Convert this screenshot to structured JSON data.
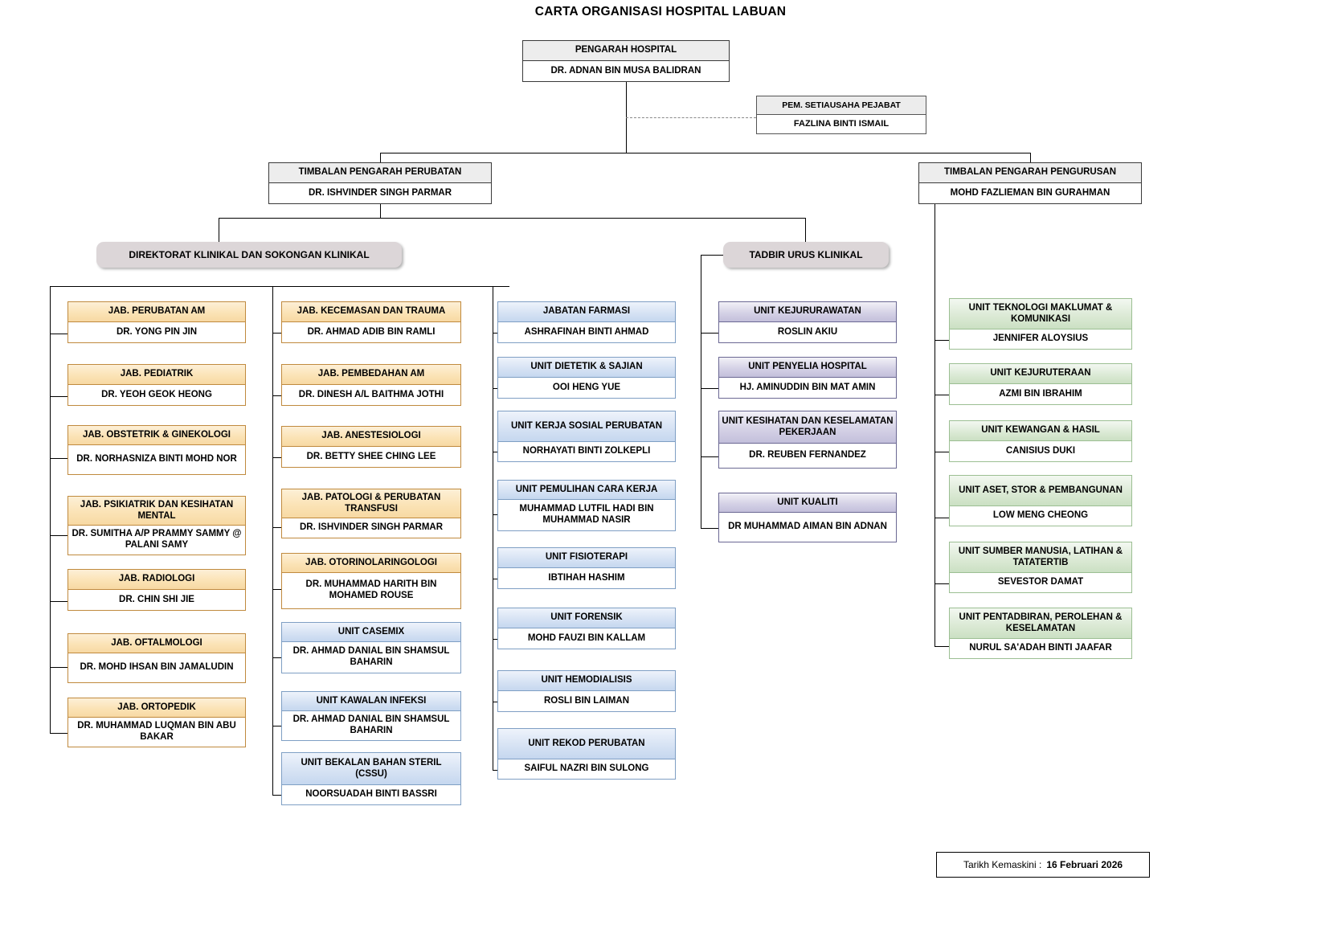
{
  "title": "CARTA ORGANISASI HOSPITAL LABUAN",
  "top": {
    "director": {
      "role": "PENGARAH HOSPITAL",
      "name": "DR. ADNAN BIN MUSA BALIDRAN"
    },
    "secretary": {
      "role": "PEM. SETIAUSAHA PEJABAT",
      "name": "FAZLINA BINTI ISMAIL"
    },
    "deputy_medical": {
      "role": "TIMBALAN PENGARAH PERUBATAN",
      "name": "DR. ISHVINDER SINGH PARMAR"
    },
    "deputy_management": {
      "role": "TIMBALAN  PENGARAH PENGURUSAN",
      "name": "MOHD FAZLIEMAN BIN GURAHMAN"
    }
  },
  "groups": {
    "directorate_clinical": "DIREKTORAT KLINIKAL DAN SOKONGAN KLINIKAL",
    "clinical_governance": "TADBIR URUS KLINIKAL"
  },
  "column1": [
    {
      "role": "JAB. PERUBATAN AM",
      "name": "DR. YONG PIN JIN"
    },
    {
      "role": "JAB. PEDIATRIK",
      "name": "DR. YEOH GEOK HEONG"
    },
    {
      "role": "JAB. OBSTETRIK & GINEKOLOGI",
      "name": "DR. NORHASNIZA BINTI MOHD NOR"
    },
    {
      "role": "JAB. PSIKIATRIK DAN KESIHATAN MENTAL",
      "name": "DR. SUMITHA A/P PRAMMY SAMMY @ PALANI SAMY"
    },
    {
      "role": "JAB. RADIOLOGI",
      "name": "DR. CHIN SHI JIE"
    },
    {
      "role": "JAB. OFTALMOLOGI",
      "name": "DR. MOHD IHSAN BIN JAMALUDIN"
    },
    {
      "role": "JAB. ORTOPEDIK",
      "name": "DR. MUHAMMAD LUQMAN BIN ABU BAKAR"
    }
  ],
  "column2": [
    {
      "role": "JAB. KECEMASAN DAN TRAUMA",
      "name": "DR. AHMAD ADIB BIN RAMLI",
      "color": "orange"
    },
    {
      "role": "JAB. PEMBEDAHAN AM",
      "name": "DR. DINESH A/L BAITHMA JOTHI",
      "color": "orange"
    },
    {
      "role": "JAB. ANESTESIOLOGI",
      "name": "DR. BETTY SHEE CHING LEE",
      "color": "orange"
    },
    {
      "role": "JAB. PATOLOGI & PERUBATAN TRANSFUSI",
      "name": "DR. ISHVINDER SINGH PARMAR",
      "color": "orange"
    },
    {
      "role": "JAB. OTORINOLARINGOLOGI",
      "name": "DR. MUHAMMAD HARITH BIN MOHAMED ROUSE",
      "color": "orange"
    },
    {
      "role": "UNIT CASEMIX",
      "name": "DR. AHMAD DANIAL BIN SHAMSUL BAHARIN",
      "color": "blue"
    },
    {
      "role": "UNIT KAWALAN INFEKSI",
      "name": "DR. AHMAD DANIAL BIN SHAMSUL BAHARIN",
      "color": "blue"
    },
    {
      "role": "UNIT BEKALAN BAHAN STERIL (CSSU)",
      "name": "NOORSUADAH BINTI BASSRI",
      "color": "blue"
    }
  ],
  "column3": [
    {
      "role": "JABATAN FARMASI",
      "name": "ASHRAFINAH BINTI AHMAD"
    },
    {
      "role": "UNIT DIETETIK & SAJIAN",
      "name": "OOI HENG YUE"
    },
    {
      "role": "UNIT KERJA SOSIAL PERUBATAN",
      "name": "NORHAYATI BINTI ZOLKEPLI"
    },
    {
      "role": "UNIT PEMULIHAN CARA KERJA",
      "name": "MUHAMMAD LUTFIL HADI BIN MUHAMMAD NASIR"
    },
    {
      "role": "UNIT FISIOTERAPI",
      "name": "IBTIHAH HASHIM"
    },
    {
      "role": "UNIT FORENSIK",
      "name": "MOHD FAUZI BIN KALLAM"
    },
    {
      "role": "UNIT HEMODIALISIS",
      "name": "ROSLI BIN LAIMAN"
    },
    {
      "role": "UNIT REKOD PERUBATAN",
      "name": "SAIFUL NAZRI BIN SULONG"
    }
  ],
  "column4": [
    {
      "role": "UNIT KEJURURAWATAN",
      "name": "ROSLIN AKIU"
    },
    {
      "role": "UNIT PENYELIA HOSPITAL",
      "name": "HJ. AMINUDDIN BIN MAT AMIN"
    },
    {
      "role": "UNIT KESIHATAN DAN KESELAMATAN PEKERJAAN",
      "name": "DR. REUBEN FERNANDEZ"
    },
    {
      "role": "UNIT KUALITI",
      "name": "DR MUHAMMAD AIMAN BIN ADNAN"
    }
  ],
  "column5": [
    {
      "role": "UNIT TEKNOLOGI MAKLUMAT & KOMUNIKASI",
      "name": "JENNIFER ALOYSIUS"
    },
    {
      "role": "UNIT KEJURUTERAAN",
      "name": "AZMI BIN IBRAHIM"
    },
    {
      "role": "UNIT KEWANGAN & HASIL",
      "name": "CANISIUS DUKI"
    },
    {
      "role": "UNIT ASET, STOR & PEMBANGUNAN",
      "name": "LOW MENG CHEONG"
    },
    {
      "role": "UNIT SUMBER MANUSIA, LATIHAN & TATATERTIB",
      "name": "SEVESTOR DAMAT"
    },
    {
      "role": "UNIT PENTADBIRAN, PEROLEHAN & KESELAMATAN",
      "name": "NURUL SA'ADAH BINTI JAAFAR"
    }
  ],
  "footer": {
    "date_label": "Tarikh Kemaskini :",
    "date_value": "16 Februari 2026"
  },
  "colors": {
    "orange_border": "#c08a3e",
    "blue_border": "#7f9fc4",
    "purple_border": "#6b6893",
    "green_border": "#9cbf93",
    "pill_bg": "#dcd6d8",
    "exec_header_bg": "#ededed"
  }
}
